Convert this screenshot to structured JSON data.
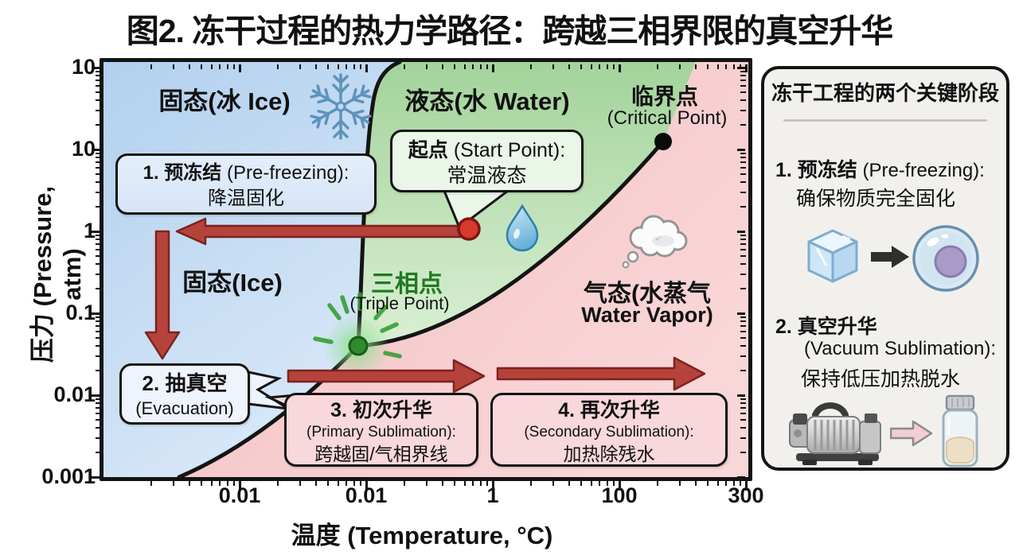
{
  "title": "图2. 冻干过程的热力学路径：跨越三相界限的真空升华",
  "chart": {
    "xlabel": "温度 (Temperature, °C)",
    "ylabel": "压力 (Pressure, atm)",
    "x_ticks": [
      "0.01",
      "0.01",
      "1",
      "100",
      "300"
    ],
    "y_ticks": [
      "10",
      "10",
      "1",
      "0.1",
      "0.01",
      "0.001"
    ]
  },
  "chart_data": {
    "type": "line",
    "title": "图2. 冻干过程的热力学路径：跨越三相界限的真空升华",
    "xlabel": "温度 (Temperature, °C)",
    "ylabel": "压力 (Pressure, atm)",
    "x_scale": "log",
    "y_scale": "log",
    "x_tick_labels": [
      "0.01",
      "0.01",
      "1",
      "100",
      "300"
    ],
    "y_tick_labels": [
      "10",
      "10",
      "1",
      "0.1",
      "0.01",
      "0.001"
    ],
    "regions": [
      {
        "name": "固态(冰 Ice)",
        "color": "#bcd7f1"
      },
      {
        "name": "液态(水 Water)",
        "color": "#b2d9ab"
      },
      {
        "name": "气态(水蒸气 Water Vapor)",
        "color": "#f6c9cc"
      }
    ],
    "key_points": [
      {
        "label": "三相点 (Triple Point)",
        "x_frac": 0.4,
        "y_frac": 0.69
      },
      {
        "label": "临界点 (Critical Point)",
        "x_frac": 0.87,
        "y_frac": 0.19
      },
      {
        "label": "起点 (Start Point)",
        "x_frac": 0.57,
        "y_frac": 0.4
      }
    ],
    "boundaries": [
      {
        "name": "melting-line",
        "from": "top-of-plot",
        "to": "triple-point"
      },
      {
        "name": "sublimation-line",
        "from": "bottom-left",
        "to": "triple-point"
      },
      {
        "name": "vaporization-line",
        "from": "triple-point",
        "to": "critical-point"
      }
    ],
    "process_arrows": [
      {
        "step": 1,
        "label": "预冻结 (Pre-freezing)",
        "direction": "left"
      },
      {
        "step": 2,
        "label": "抽真空 (Evacuation)",
        "direction": "down"
      },
      {
        "step": 3,
        "label": "初次升华 (Primary Sublimation)",
        "direction": "right"
      },
      {
        "step": 4,
        "label": "再次升华 (Secondary Sublimation)",
        "direction": "right"
      }
    ]
  },
  "regions": {
    "solid_label": "固态(冰 Ice)",
    "solid_label2": "固态(Ice)",
    "liquid_label": "液态(水 Water)",
    "gas_label_line1": "气态(水蒸气",
    "gas_label_line2": "Water Vapor)",
    "critical_line1": "临界点",
    "critical_line2": "(Critical Point)",
    "triple_line1": "三相点",
    "triple_line2": "(Triple Point)"
  },
  "callouts": {
    "prefreeze": {
      "head": "1. 预冻结",
      "head_rest": " (Pre-freezing):",
      "body": "降温固化"
    },
    "start": {
      "head": "起点",
      "head_rest": " (Start Point):",
      "body": "常温液态"
    },
    "evacuation": {
      "head": "2. 抽真空",
      "body": "(Evacuation)"
    },
    "primary": {
      "head": "3. 初次升华",
      "sub": "(Primary Sublimation):",
      "body": "跨越固/气相界线"
    },
    "secondary": {
      "head": "4. 再次升华",
      "sub": "(Secondary Sublimation):",
      "body": "加热除残水"
    }
  },
  "sidebar": {
    "title": "冻干工程的两个关键阶段",
    "items": [
      {
        "head": "1. 预冻结",
        "head_rest": " (Pre-freezing):",
        "body": "确保物质完全固化"
      },
      {
        "head": "2. 真空升华",
        "sub": "(Vacuum Sublimation):",
        "body": "保持低压加热脱水"
      }
    ]
  },
  "colors": {
    "solid_region": "#bcd7f1",
    "liquid_region": "#b2d9ab",
    "vapor_region": "#f6c9cc",
    "path_arrow": "#b5433c",
    "triple_point": "#2e8b2e",
    "start_point": "#d6392e",
    "critical_point": "#111111"
  }
}
